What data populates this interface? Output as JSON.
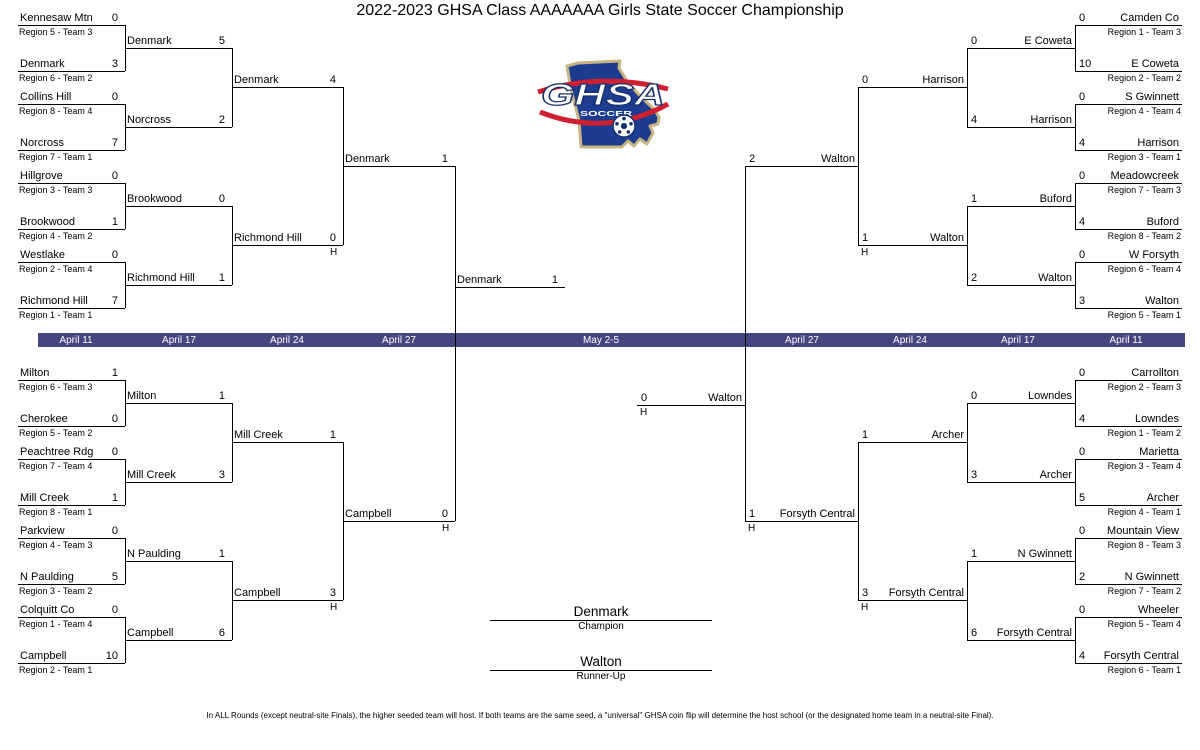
{
  "title": "2022-2023 GHSA Class AAAAAAA Girls State Soccer Championship",
  "logo": {
    "ghsa": "GHSA",
    "soccer": "SOCCER"
  },
  "date_bar": {
    "color": "#45457f",
    "labels": [
      "April 11",
      "April 17",
      "April 24",
      "April 27",
      "May 2-5",
      "April 27",
      "April 24",
      "April 17",
      "April 11"
    ]
  },
  "bracket": {
    "top_left": {
      "round1": [
        {
          "team": "Kennesaw Mtn",
          "region": "Region 5 - Team 3",
          "score": "0"
        },
        {
          "team": "Denmark",
          "region": "Region 6 - Team 2",
          "score": "3"
        },
        {
          "team": "Collins Hill",
          "region": "Region 8 - Team 4",
          "score": "0"
        },
        {
          "team": "Norcross",
          "region": "Region 7 - Team 1",
          "score": "7"
        },
        {
          "team": "Hillgrove",
          "region": "Region 3 - Team 3",
          "score": "0"
        },
        {
          "team": "Brookwood",
          "region": "Region 4 - Team 2",
          "score": "1"
        },
        {
          "team": "Westlake",
          "region": "Region 2 - Team 4",
          "score": "0"
        },
        {
          "team": "Richmond Hill",
          "region": "Region 1 - Team 1",
          "score": "7"
        }
      ],
      "round2": [
        {
          "team": "Denmark",
          "score": "5"
        },
        {
          "team": "Norcross",
          "score": "2"
        },
        {
          "team": "Brookwood",
          "score": "0"
        },
        {
          "team": "Richmond Hill",
          "score": "1"
        }
      ],
      "round3": [
        {
          "team": "Denmark",
          "score": "4"
        },
        {
          "team": "Richmond Hill",
          "score": "0",
          "host": true
        }
      ],
      "semifinal": {
        "team": "Denmark",
        "score": "1"
      }
    },
    "bottom_left": {
      "round1": [
        {
          "team": "Milton",
          "region": "Region 6 - Team 3",
          "score": "1"
        },
        {
          "team": "Cherokee",
          "region": "Region 5 - Team 2",
          "score": "0"
        },
        {
          "team": "Peachtree Rdg",
          "region": "Region 7 - Team 4",
          "score": "0"
        },
        {
          "team": "Mill Creek",
          "region": "Region 8 - Team 1",
          "score": "1"
        },
        {
          "team": "Parkview",
          "region": "Region 4 - Team 3",
          "score": "0"
        },
        {
          "team": "N Paulding",
          "region": "Region 3 - Team 2",
          "score": "5"
        },
        {
          "team": "Colquitt Co",
          "region": "Region 1 - Team 4",
          "score": "0"
        },
        {
          "team": "Campbell",
          "region": "Region 2 - Team 1",
          "score": "10"
        }
      ],
      "round2": [
        {
          "team": "Milton",
          "score": "1"
        },
        {
          "team": "Mill Creek",
          "score": "3"
        },
        {
          "team": "N Paulding",
          "score": "1"
        },
        {
          "team": "Campbell",
          "score": "6"
        }
      ],
      "round3": [
        {
          "team": "Mill Creek",
          "score": "1"
        },
        {
          "team": "Campbell",
          "score": "3",
          "host": true
        }
      ],
      "semifinal": {
        "team": "Campbell",
        "score": "0",
        "host": true
      }
    },
    "top_right": {
      "round1": [
        {
          "team": "Camden Co",
          "region": "Region 1 - Team 3",
          "score": "0"
        },
        {
          "team": "E Coweta",
          "region": "Region 2 - Team 2",
          "score": "10"
        },
        {
          "team": "S Gwinnett",
          "region": "Region 4 - Team 4",
          "score": "0"
        },
        {
          "team": "Harrison",
          "region": "Region 3 - Team 1",
          "score": "4"
        },
        {
          "team": "Meadowcreek",
          "region": "Region 7 - Team 3",
          "score": "0"
        },
        {
          "team": "Buford",
          "region": "Region 8 - Team 2",
          "score": "4"
        },
        {
          "team": "W Forsyth",
          "region": "Region 6 - Team 4",
          "score": "0"
        },
        {
          "team": "Walton",
          "region": "Region 5 - Team 1",
          "score": "3"
        }
      ],
      "round2": [
        {
          "team": "E Coweta",
          "score": "0"
        },
        {
          "team": "Harrison",
          "score": "4"
        },
        {
          "team": "Buford",
          "score": "1"
        },
        {
          "team": "Walton",
          "score": "2"
        }
      ],
      "round3": [
        {
          "team": "Harrison",
          "score": "0"
        },
        {
          "team": "Walton",
          "score": "1",
          "host": true
        }
      ],
      "semifinal": {
        "team": "Walton",
        "score": "2"
      }
    },
    "bottom_right": {
      "round1": [
        {
          "team": "Carrollton",
          "region": "Region 2 - Team 3",
          "score": "0"
        },
        {
          "team": "Lowndes",
          "region": "Region 1 - Team 2",
          "score": "4"
        },
        {
          "team": "Marietta",
          "region": "Region 3 - Team 4",
          "score": "0"
        },
        {
          "team": "Archer",
          "region": "Region 4 - Team 1",
          "score": "5"
        },
        {
          "team": "Mountain View",
          "region": "Region 8 - Team 3",
          "score": "0"
        },
        {
          "team": "N Gwinnett",
          "region": "Region 7 - Team 2",
          "score": "2"
        },
        {
          "team": "Wheeler",
          "region": "Region 5 - Team 4",
          "score": "0"
        },
        {
          "team": "Forsyth Central",
          "region": "Region 6 - Team 1",
          "score": "4"
        }
      ],
      "round2": [
        {
          "team": "Lowndes",
          "score": "0"
        },
        {
          "team": "Archer",
          "score": "3"
        },
        {
          "team": "N Gwinnett",
          "score": "1"
        },
        {
          "team": "Forsyth Central",
          "score": "6"
        }
      ],
      "round3": [
        {
          "team": "Archer",
          "score": "1"
        },
        {
          "team": "Forsyth Central",
          "score": "3",
          "host": true
        }
      ],
      "semifinal": {
        "team": "Forsyth Central",
        "score": "1",
        "host": true
      }
    },
    "final": {
      "left": {
        "team": "Denmark",
        "score": "1"
      },
      "right": {
        "team": "Walton",
        "score": "0",
        "host": true
      }
    }
  },
  "champion": {
    "team": "Denmark",
    "label": "Champion"
  },
  "runner_up": {
    "team": "Walton",
    "label": "Runner-Up"
  },
  "footer": "In ALL Rounds (except neutral-site Finals), the higher seeded team will host. If both teams are the same seed, a \"universal\" GHSA coin flip will determine the host school (or the designated home team in a neutral-site Final)."
}
